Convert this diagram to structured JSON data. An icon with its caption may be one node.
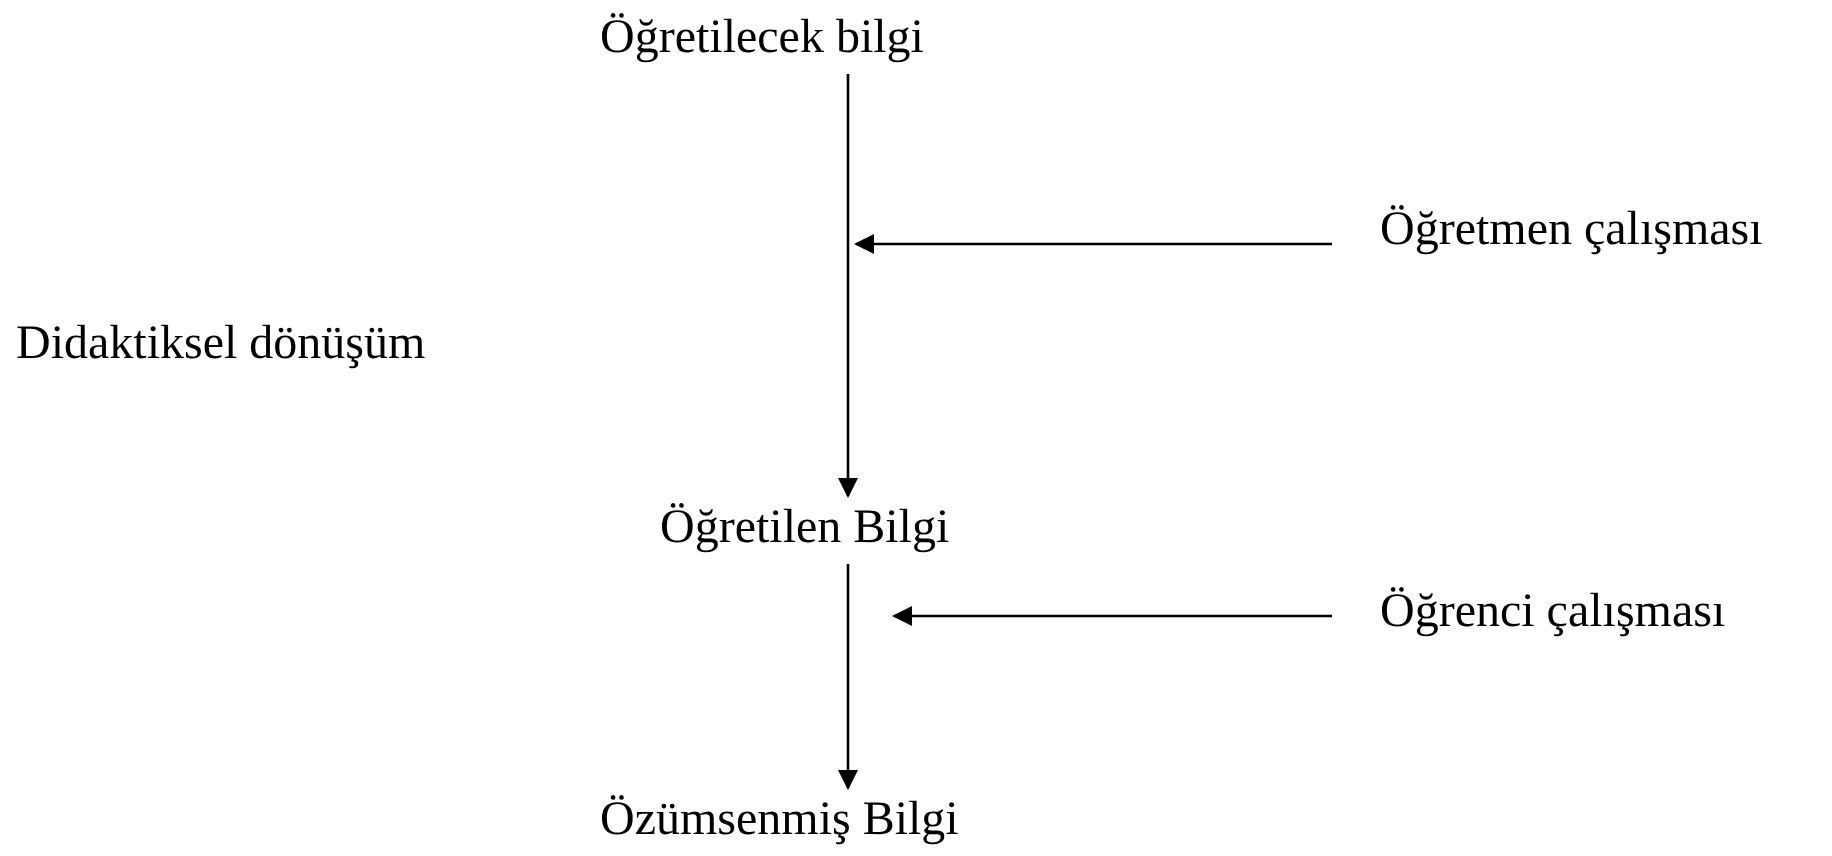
{
  "diagram": {
    "nodes": [
      {
        "text": [
          "Öğretilecek bilgi"
        ]
      },
      {
        "text": [
          "Öğretmen çalışması"
        ]
      },
      {
        "text": [
          "Öğretilen Bilgi"
        ]
      },
      {
        "text": [
          "Öğrenci çalışması"
        ]
      },
      {
        "text": [
          "Özümsenmiş Bilgi"
        ]
      }
    ],
    "edges": [
      {
        "from": 0,
        "to": 2,
        "arrow": "to"
      },
      {
        "from": 1,
        "to": null,
        "arrow": "to"
      },
      {
        "from": 2,
        "to": 4,
        "arrow": "to"
      },
      {
        "from": 3,
        "to": 2,
        "arrow": "to"
      }
    ],
    "labels": [
      "Didaktiksel dönüşüm"
    ]
  }
}
